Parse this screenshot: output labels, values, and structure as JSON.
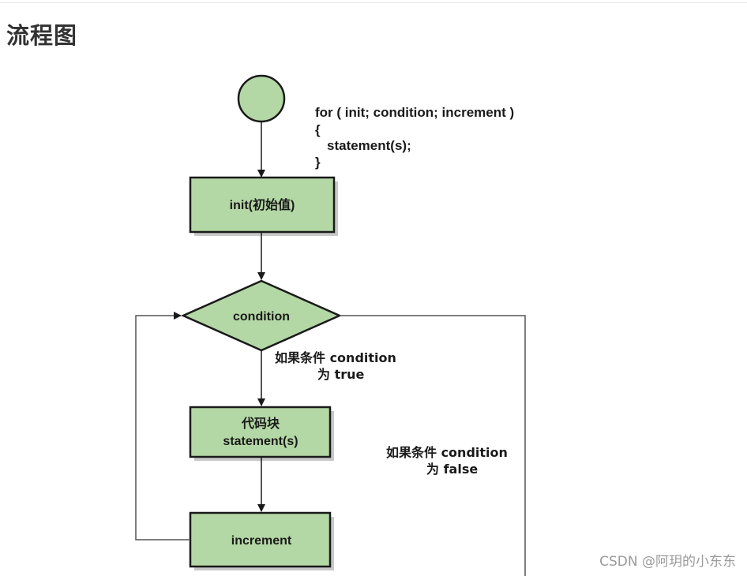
{
  "page": {
    "heading": "流程图",
    "watermark": "CSDN @阿玥的小东东"
  },
  "diagram": {
    "code_lines": [
      "for ( init; condition; increment )",
      "{",
      "statement(s);",
      "}"
    ],
    "nodes": {
      "start": "",
      "init": "init(初始值)",
      "condition": "condition",
      "block": [
        "代码块",
        "statement(s)"
      ],
      "increment": "increment"
    },
    "labels": {
      "when_true": [
        "如果条件 condition",
        "为 true"
      ],
      "when_false": [
        "如果条件 condition",
        "为 false"
      ]
    },
    "colors": {
      "node_fill": "#b3d7a5",
      "stroke": "#1a1a1a",
      "shadow": "#c8c8c8",
      "connector": "#555555"
    }
  }
}
